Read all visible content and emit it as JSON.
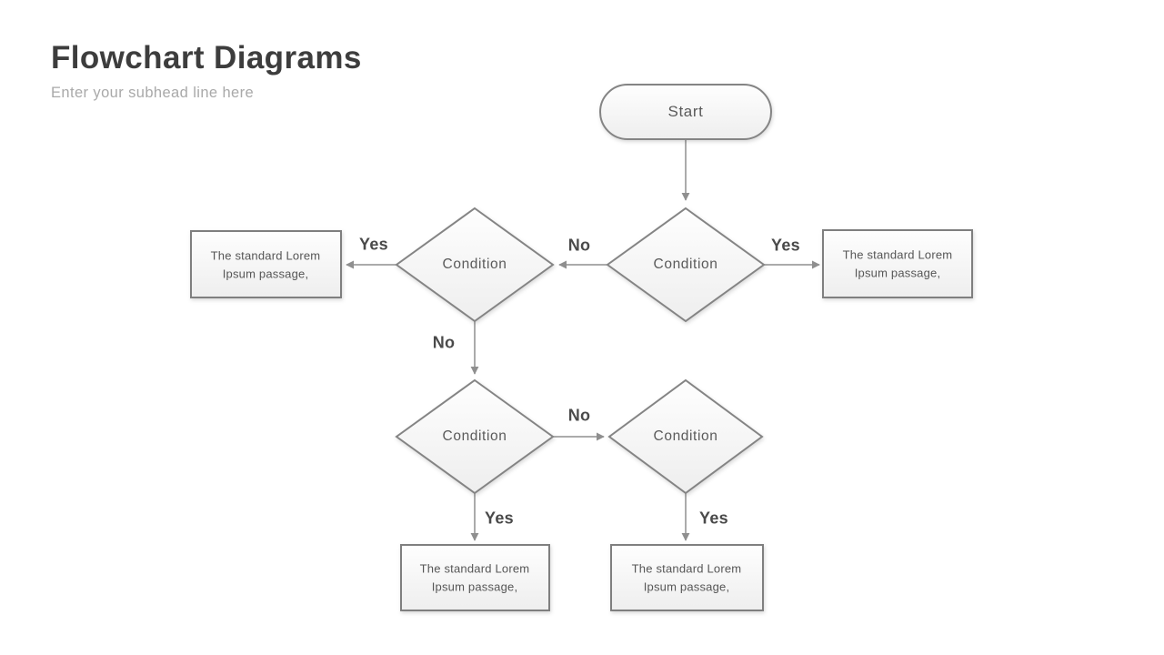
{
  "header": {
    "title": "Flowchart Diagrams",
    "subtitle": "Enter your subhead line here"
  },
  "colors": {
    "title_text": "#3d3d3d",
    "subtitle_text": "#a9a9a9",
    "node_border": "#848484",
    "node_text": "#5a5a5a",
    "edge_label_text": "#4a4a4a",
    "connector": "#8f8f8f",
    "node_fill_top": "#fefefe",
    "node_fill_bottom": "#eeeeee"
  },
  "nodes": {
    "start": {
      "label": "Start"
    },
    "condition_top_left": {
      "label": "Condition"
    },
    "condition_top_center": {
      "label": "Condition"
    },
    "condition_lower_left": {
      "label": "Condition"
    },
    "condition_lower_right": {
      "label": "Condition"
    },
    "result_top_left": {
      "text": "The standard Lorem Ipsum passage,"
    },
    "result_top_right": {
      "text": "The standard Lorem Ipsum passage,"
    },
    "result_bottom_left": {
      "text": "The standard Lorem Ipsum passage,"
    },
    "result_bottom_right": {
      "text": "The standard Lorem Ipsum passage,"
    }
  },
  "edges": {
    "yes_to_left_result": "Yes",
    "no_center_to_left": "No",
    "yes_to_right_result": "Yes",
    "no_left_down": "No",
    "no_between_lower": "No",
    "yes_bottom_left": "Yes",
    "yes_bottom_right": "Yes"
  }
}
